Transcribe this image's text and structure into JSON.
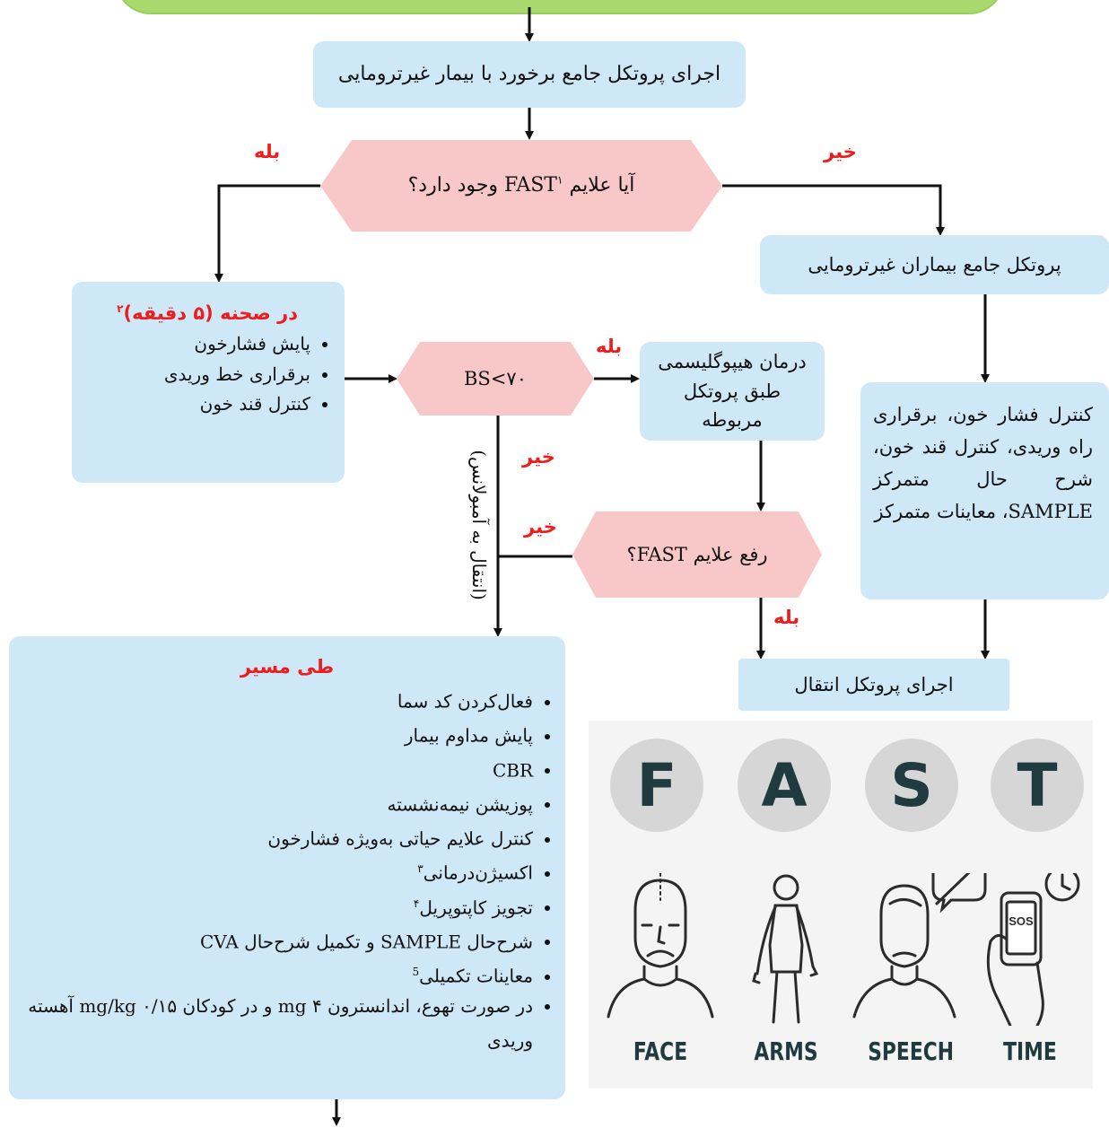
{
  "top_box": {
    "text": "اجرای پروتکل جامع برخورد با بیمار غیرترومایی"
  },
  "q_fast": {
    "text": "آیا علایم FAST",
    "sup": "۱",
    "text_after": " وجود دارد؟",
    "yes": "بله",
    "no": "خیر"
  },
  "right_protocol": {
    "text": "پروتکل جامع بیماران غیرترومایی"
  },
  "scene": {
    "title": "در صحنه (۵ دقیقه)",
    "sup": "۲",
    "items": [
      "پایش فشارخون",
      "برقراری خط وریدی",
      "کنترل قند خون"
    ]
  },
  "bs": {
    "text": "BS<۷۰",
    "yes": "بله",
    "no": "خیر",
    "transfer": "(انتقال به آمبولانس)"
  },
  "hypo": {
    "text": "درمان هیپوگلیسمی طبق پروتکل مربوطه"
  },
  "control_box": {
    "text": "کنترل فشار خون، برقراری راه وریدی، کنترل قند خون، شرح حال متمرکز SAMPLE، معاینات متمرکز"
  },
  "q_resolve": {
    "text": "رفع علایم FAST؟",
    "yes": "بله",
    "no": "خیر"
  },
  "transfer_box": {
    "text": "اجرای پروتکل انتقال"
  },
  "route": {
    "title": "طی مسیر",
    "items": [
      {
        "text": "فعال‌کردن کد سما",
        "sup": ""
      },
      {
        "text": "پایش مداوم بیمار",
        "sup": ""
      },
      {
        "text": "CBR",
        "sup": ""
      },
      {
        "text": "پوزیشن نیمه‌نشسته",
        "sup": ""
      },
      {
        "text": "کنترل علایم حیاتی به‌ویژه فشارخون",
        "sup": ""
      },
      {
        "text": "اکسیژن‌درمانی",
        "sup": "۳"
      },
      {
        "text": "تجویز کاپتوپریل",
        "sup": "۴"
      },
      {
        "text": "شرح‌حال SAMPLE و تکمیل شرح‌حال CVA",
        "sup": ""
      },
      {
        "text": "معاینات تکمیلی",
        "sup": "5"
      },
      {
        "text": "در صورت تهوع، اندانسترون ۴ mg و در کودکان ۰/۱۵ mg/kg آهسته وریدی",
        "sup": ""
      }
    ]
  },
  "fast_image": {
    "letters": [
      "F",
      "A",
      "S",
      "T"
    ],
    "labels": [
      "FACE",
      "ARMS",
      "SPEECH",
      "TIME"
    ],
    "phone_text": "SOS"
  },
  "colors": {
    "box_blue": "#cfe8f7",
    "decision_pink": "#f8c8c8",
    "top_green": "#a8d86e",
    "red": "#ee1c1c"
  }
}
